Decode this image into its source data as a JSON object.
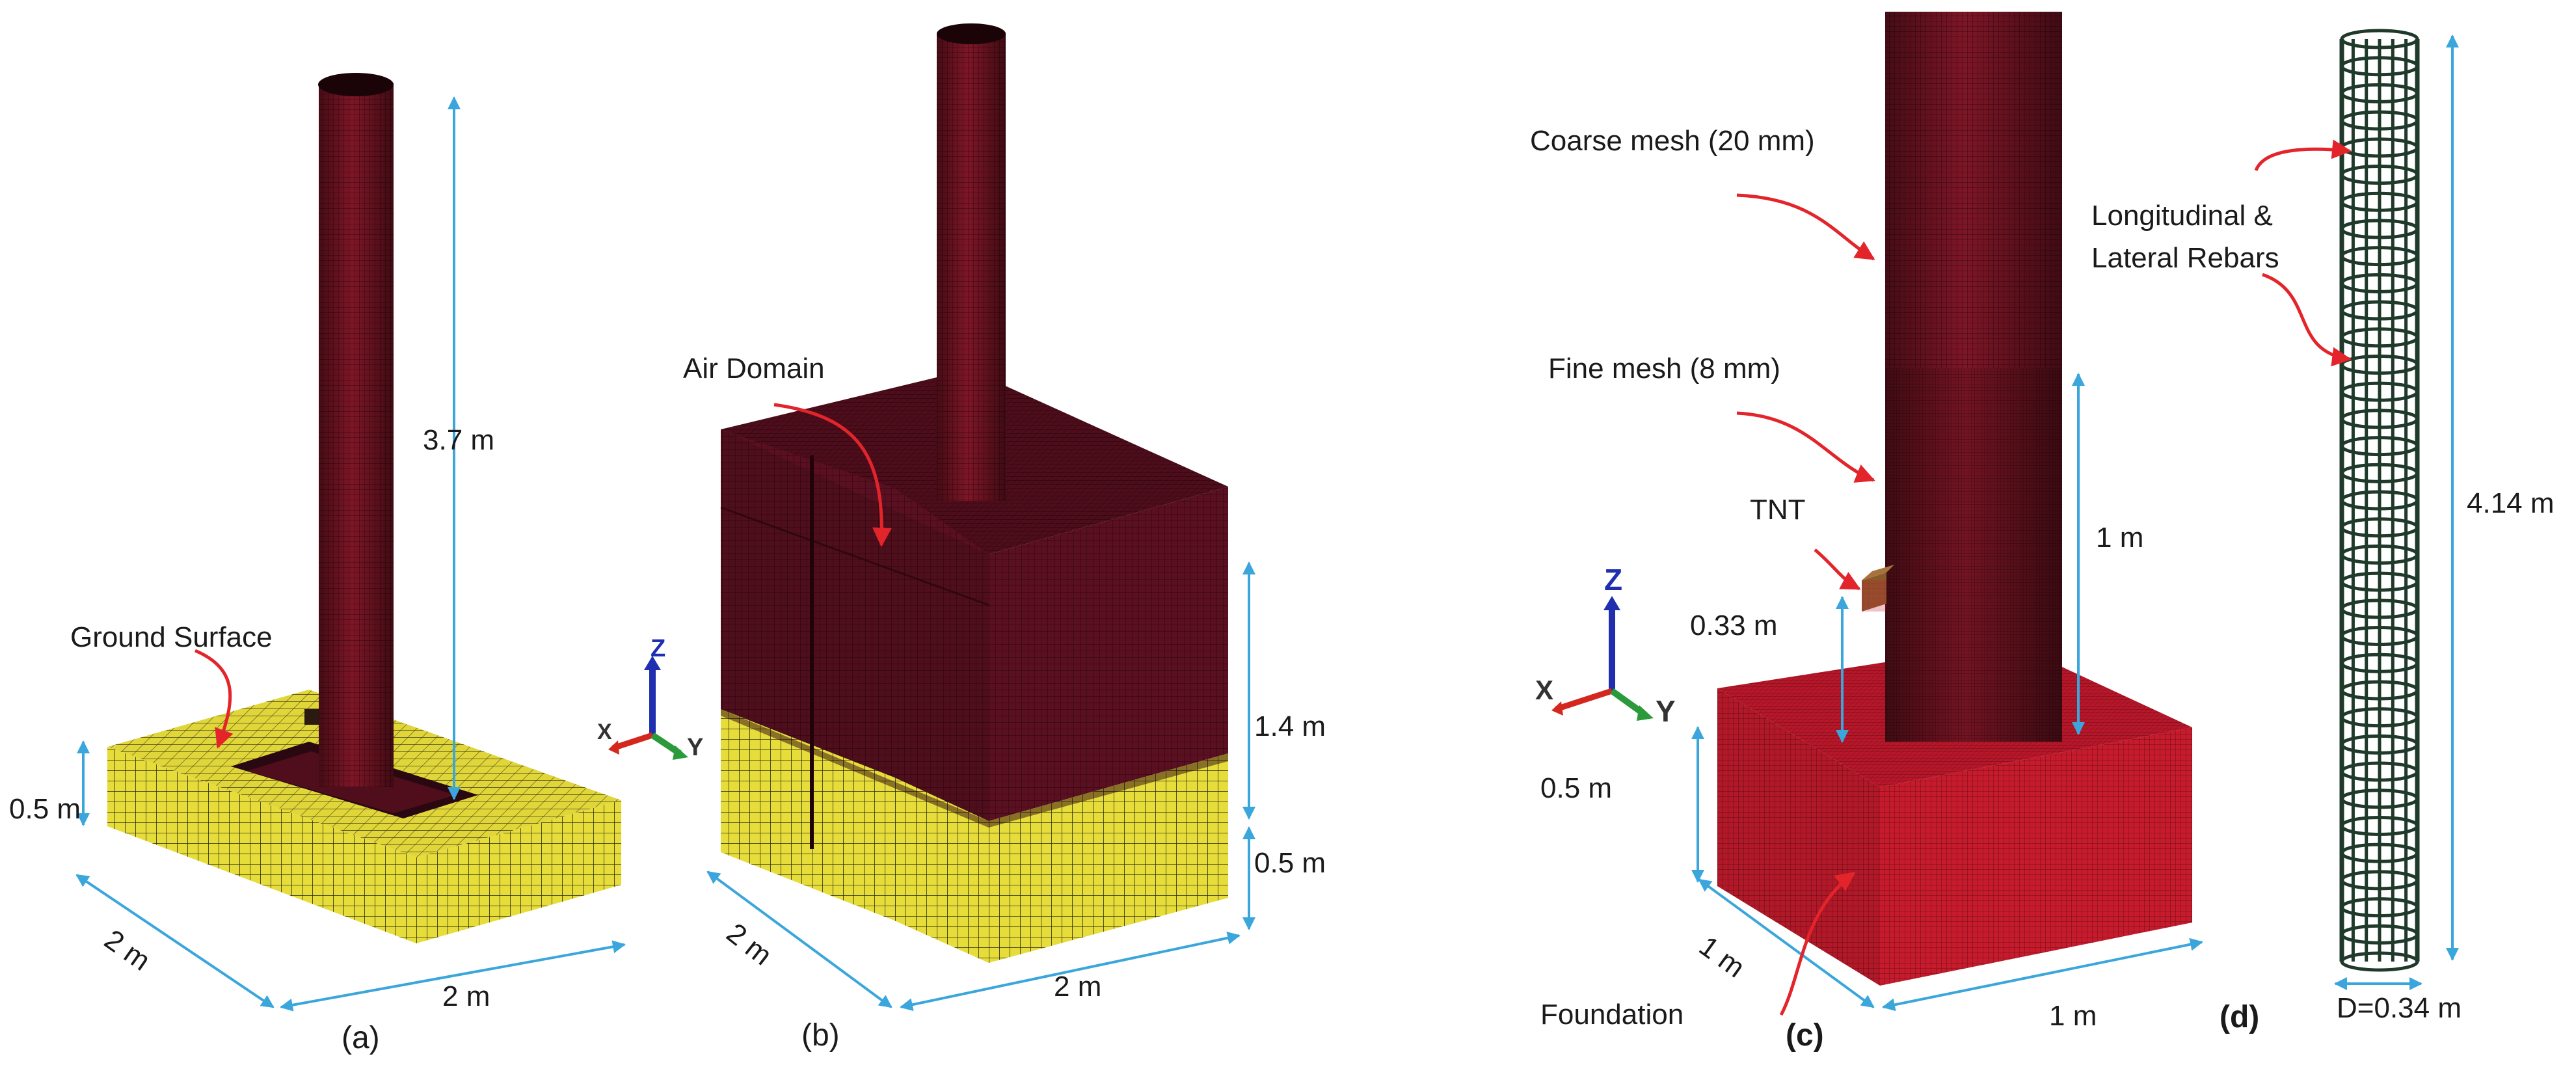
{
  "colors": {
    "yellow": "#e6dc3a",
    "maroon": "#4a0d1c",
    "red": "#c41a2c",
    "rebar": "#1f3a2a",
    "dimension": "#3aa6dc",
    "arrow": "#e3252b",
    "axis_z": "#1f2fb0",
    "axis_x": "#d4281f",
    "axis_y": "#2a9a3a",
    "tnt": "#8a5a2b"
  },
  "panels": {
    "a": {
      "caption": "(a)",
      "annotation": "Ground Surface",
      "height": "3.7 m",
      "depth": "0.5 m",
      "width_left": "2 m",
      "width_right": "2 m"
    },
    "b": {
      "caption": "(b)",
      "annotation": "Air Domain",
      "air_height": "1.4 m",
      "soil_height": "0.5 m",
      "width_left": "2 m",
      "width_right": "2 m",
      "axis_z": "Z",
      "axis_x": "X",
      "axis_y": "Y"
    },
    "c": {
      "caption": "(c)",
      "coarse": "Coarse mesh (20 mm)",
      "fine": "Fine mesh (8 mm)",
      "tnt": "TNT",
      "fine_height": "1 m",
      "tnt_height": "0.33 m",
      "depth": "0.5 m",
      "width_left": "1 m",
      "width_right": "1 m",
      "foundation": "Foundation",
      "axis_z": "Z",
      "axis_x": "X",
      "axis_y": "Y"
    },
    "d": {
      "caption": "(d)",
      "rebars_line1": "Longitudinal &",
      "rebars_line2": "Lateral Rebars",
      "height": "4.14 m",
      "diameter": "D=0.34 m"
    }
  }
}
